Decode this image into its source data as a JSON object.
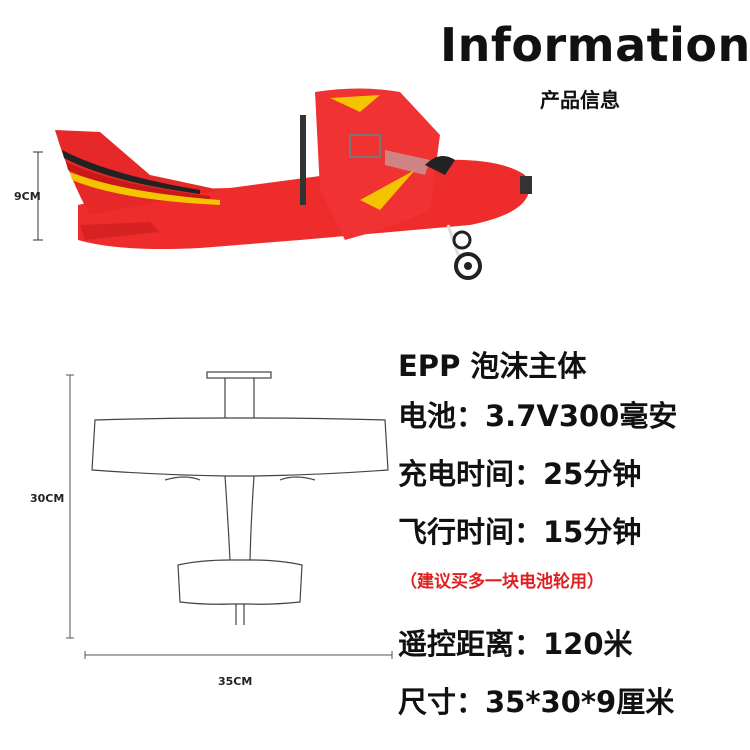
{
  "header": {
    "title": "Information",
    "subtitle": "产品信息"
  },
  "specs": {
    "material": "EPP 泡沫主体",
    "battery": "电池：3.7V300毫安",
    "charge_time": "充电时间：25分钟",
    "flight_time": "飞行时间：15分钟",
    "note": "（建议买多一块电池轮用）",
    "range": "遥控距离：120米",
    "size": "尺寸：35*30*9厘米"
  },
  "dimensions": {
    "height": "9CM",
    "length": "30CM",
    "wingspan": "35CM"
  },
  "colors": {
    "plane_red": "#ee2c2c",
    "note_red": "#e02020",
    "stripe_yellow": "#f5c400"
  }
}
